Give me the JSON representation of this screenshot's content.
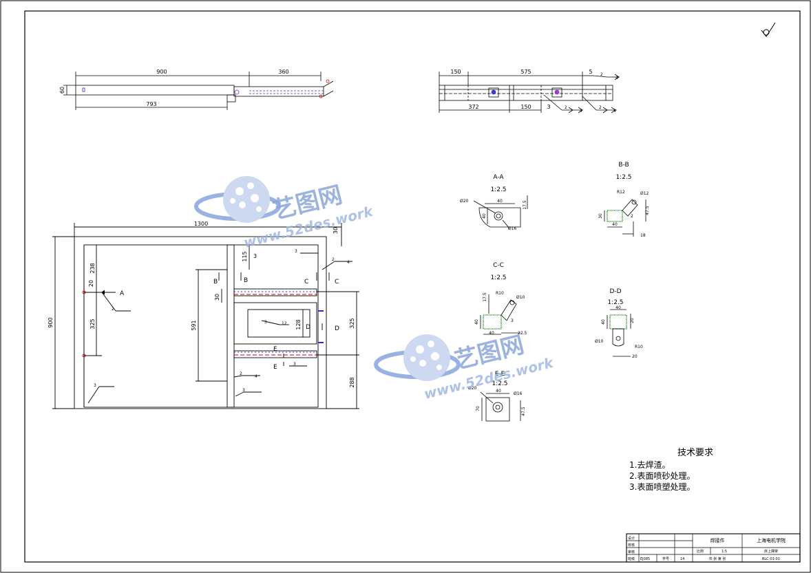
{
  "drawing": {
    "roughness_symbol": "",
    "top_view_dims": {
      "d900": "900",
      "d360": "360",
      "d60": "60",
      "d793": "793"
    },
    "side_view_dims": {
      "d150": "150",
      "d575": "575",
      "d5": "5",
      "d372": "372",
      "d150b": "150",
      "d3": "3"
    },
    "plan_dims": {
      "d1300": "1300",
      "d30a": "30",
      "d900": "900",
      "d238": "238",
      "d20": "20",
      "d325": "325",
      "d115": "115",
      "d3": "3",
      "d591": "591",
      "d30b": "30",
      "d128": "128",
      "d325b": "325",
      "d288": "288",
      "d12": "12"
    },
    "section_labels": {
      "A": "A",
      "B": "B",
      "C": "C",
      "D": "D",
      "E": "E"
    },
    "weld_marks": {
      "w3": "3",
      "w2": "2",
      "w4": "4"
    },
    "sections": {
      "aa": {
        "title": "A-A",
        "scale": "1:2.5",
        "d40": "40",
        "d17_5": "17.5",
        "phi20": "Ø20",
        "phi16": "Ø16",
        "d40v": "40"
      },
      "bb": {
        "title": "B-B",
        "scale": "1:2.5",
        "r12": "R12",
        "phi12": "Ø12",
        "d30": "30",
        "d40": "40",
        "d47_5": "47.5",
        "d2": "2",
        "d18": "18"
      },
      "cc": {
        "title": "C-C",
        "scale": "1:2.5",
        "d17_5": "17.5",
        "r10": "R10",
        "phi10": "Ø10",
        "d40v": "40",
        "d40": "40",
        "d3": "3",
        "d22_5": "22.5"
      },
      "dd": {
        "title": "D-D",
        "scale": "1:2.5",
        "d40": "40",
        "d40v": "40",
        "d20v": "20",
        "phi10": "Ø10",
        "r10": "R10",
        "d20": "20"
      },
      "ee": {
        "title": "E-E",
        "scale": "1:2.5",
        "phi20": "Ø20",
        "d40": "40",
        "phi16": "Ø16",
        "d70": "70",
        "d47_5": "47.5"
      }
    }
  },
  "technical_requirements": {
    "title": "技术要求",
    "items": [
      "1.去焊渣。",
      "2.表面喷砂处理。",
      "3.表面喷塑处理。"
    ]
  },
  "title_block": {
    "part_name": "焊接件",
    "school": "上海电机学院",
    "drawing_name": "床上撑架",
    "code": "BLC-01-01",
    "scale_label": "比例",
    "scale_value": "1:5",
    "sheet_label": "共 张 第 张",
    "rows": [
      "设计",
      "校核",
      "审核",
      "班级"
    ],
    "class_value": "EJ085",
    "id_label": "学号",
    "id_value": "14"
  },
  "watermarks": [
    {
      "brand": "艺图网",
      "url": "www.52des.work"
    },
    {
      "brand": "艺图网",
      "url": "www.52des.work"
    }
  ]
}
